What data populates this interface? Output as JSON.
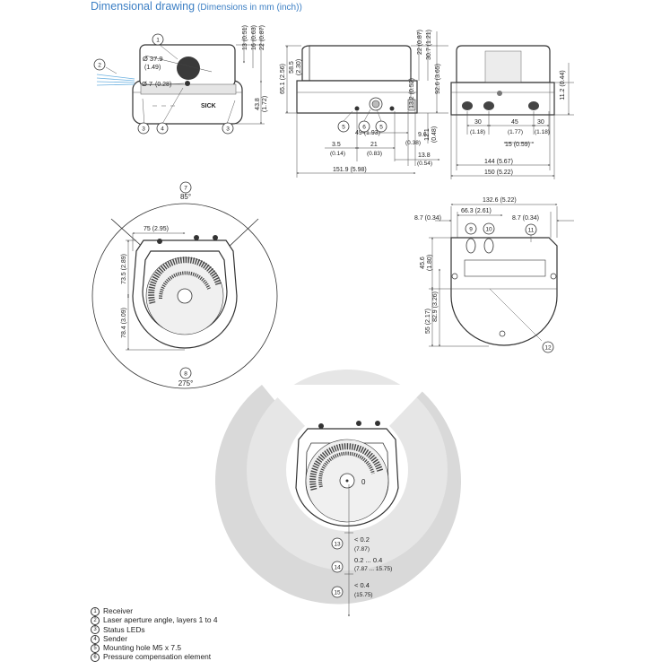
{
  "header": {
    "title": "Dimensional drawing",
    "subtitle": "(Dimensions in mm (inch))"
  },
  "callouts": {
    "c1": "1",
    "c2": "2",
    "c3": "3",
    "c4": "4",
    "c5": "5",
    "c6": "6",
    "c7": "7",
    "c8": "8",
    "c9": "9",
    "c10": "10",
    "c11": "11",
    "c12": "12",
    "c13": "13",
    "c14": "14",
    "c15": "15"
  },
  "side_view": {
    "brand": "SICK",
    "dia_receiver": "Ø 37.9",
    "dia_receiver_in": "(1.49)",
    "dia_sender": "Ø 7",
    "dia_sender_in": "(0.28)",
    "h_13": "13 (0.51)",
    "h_16": "16 (0.63)",
    "h_22": "22 (0.87)",
    "h_43_8": "43.8",
    "h_43_8_in": "(1.72)"
  },
  "profile_view": {
    "h_65_1": "65.1 (2.56)",
    "h_58_5": "58.5",
    "h_58_5_in": "(2.30)",
    "h_22": "22 (0.87)",
    "h_30_7": "30.7 (1.21)",
    "h_13_2": "13.2 (0.52)",
    "h_92_6": "92.6 (3.65)",
    "h_12_1": "12.1",
    "h_12_1_in": "(0.48)",
    "w_49": "49 (1.93)",
    "w_9_6": "9.6",
    "w_9_6_in": "(0.38)",
    "w_3_5": "3.5",
    "w_3_5_in": "(0.14)",
    "w_21": "21",
    "w_21_in": "(0.83)",
    "w_13_8": "13.8",
    "w_13_8_in": "(0.54)",
    "w_151_9": "151.9 (5.98)"
  },
  "back_view": {
    "h_11_2": "11.2 (0.44)",
    "w_30a": "30",
    "w_30a_in": "(1.18)",
    "w_45": "45",
    "w_45_in": "(1.77)",
    "w_30b": "30",
    "w_30b_in": "(1.18)",
    "w_15": "15 (0.59)",
    "w_144": "144 (5.67)",
    "w_150": "150 (5.22)"
  },
  "top_view": {
    "angle_top": "85°",
    "angle_bottom": "275°",
    "w_75": "75 (2.95)",
    "h_73_5": "73.5 (2.89)",
    "h_78_4": "78.4 (3.09)"
  },
  "bottom_view": {
    "w_132_6": "132.6 (5.22)",
    "w_66_3": "66.3 (2.61)",
    "w_8_7a": "8.7 (0.34)",
    "w_8_7b": "8.7 (0.34)",
    "h_45_6": "45.6",
    "h_45_6_in": "(1.80)",
    "h_82_9": "82.9 (3.26)",
    "h_55": "55 (2.17)"
  },
  "field_view": {
    "origin": "0",
    "z1": "< 0.2",
    "z1_in": "(7.87)",
    "z2": "0.2 ... 0.4",
    "z2_in": "(7.87 ... 15.75)",
    "z3": "< 0.4",
    "z3_in": "(15.75)"
  },
  "legend": [
    "Receiver",
    "Laser aperture angle, layers 1 to 4",
    "Status LEDs",
    "Sender",
    "Mounting hole M5 x 7.5",
    "Pressure compensation element"
  ],
  "colors": {
    "title": "#3c7fc4",
    "zone_gray": "#d9d9d9",
    "laser_lines": "#6ab0e0"
  }
}
